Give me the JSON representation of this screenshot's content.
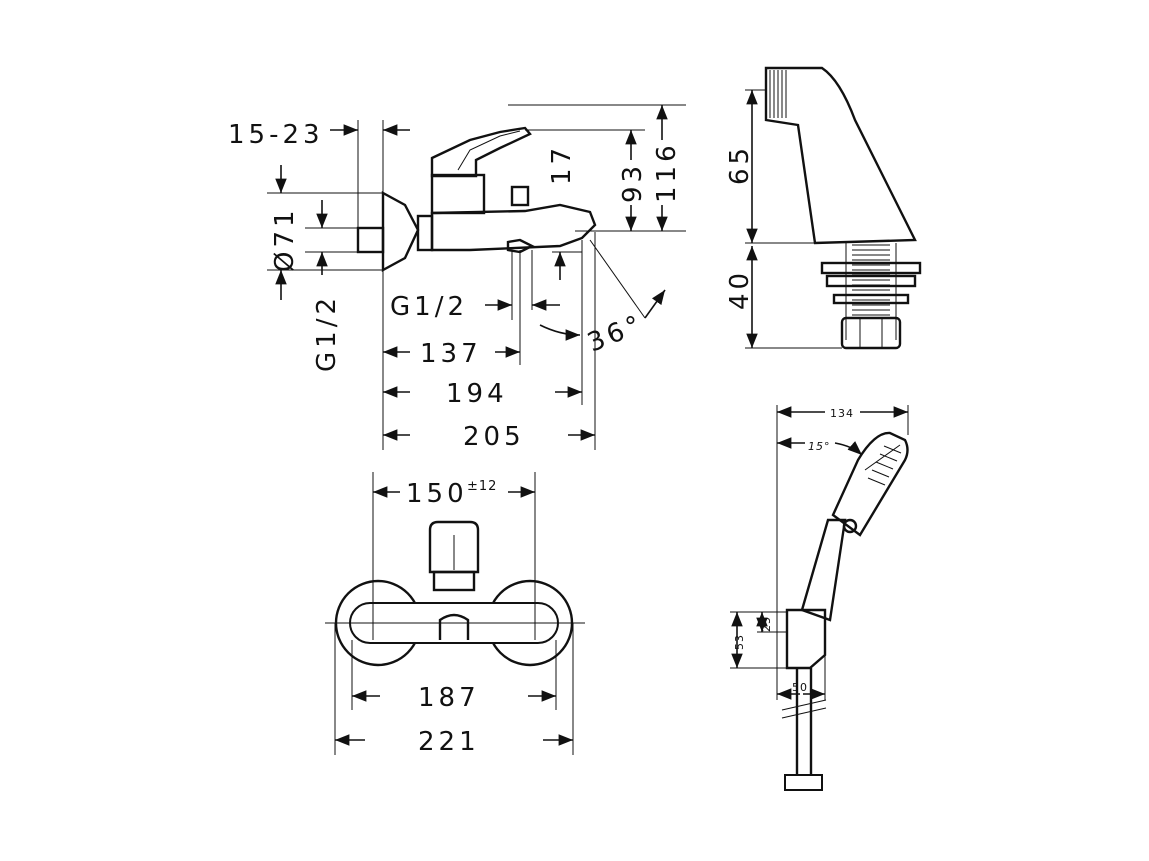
{
  "side_view": {
    "dims": {
      "d15_23": "15-23",
      "d71": "Ø71",
      "g12_left": "G1/2",
      "g12_bottom": "G1/2",
      "d17": "17",
      "d93": "93",
      "d116": "116",
      "d36": "36°",
      "d137": "137",
      "d194": "194",
      "d205": "205"
    }
  },
  "front_view": {
    "dims": {
      "d150": "150",
      "d150_tol": "±12",
      "d187": "187",
      "d221": "221"
    }
  },
  "deck_view": {
    "dims": {
      "d65": "65",
      "d40": "40"
    }
  },
  "shower_view": {
    "dims": {
      "d134": "134",
      "d15deg": "15°",
      "d53": "53",
      "d25": "25",
      "d50": "50"
    }
  }
}
